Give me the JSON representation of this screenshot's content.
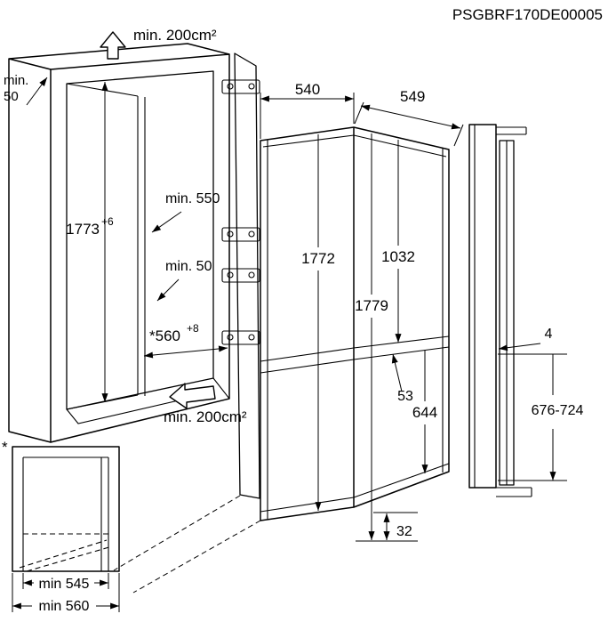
{
  "page": {
    "part_number": "PSGBRF170DE00005"
  },
  "colors": {
    "line": "#000000",
    "background": "#ffffff"
  },
  "niche": {
    "vent_top": "min. 200cm²",
    "top_clearance_word": "min.",
    "top_clearance_value": "50",
    "niche_height": "1773",
    "niche_height_tol": "+6",
    "niche_depth": "min. 550",
    "rear_clearance": "min. 50",
    "niche_width": "*560",
    "niche_width_tol": "+8",
    "vent_bottom": "min. 200cm²"
  },
  "appliance": {
    "width": "540",
    "depth": "549",
    "height_front": "1772",
    "height_total": "1779",
    "upper_door": "1032",
    "door_gap": "53",
    "lower_door": "644",
    "plinth": "32"
  },
  "panel": {
    "gap": "4",
    "bracket_range": "676-724"
  },
  "top_view": {
    "asterisk": "*",
    "inner_width": "min 545",
    "outer_width": "min 560"
  }
}
